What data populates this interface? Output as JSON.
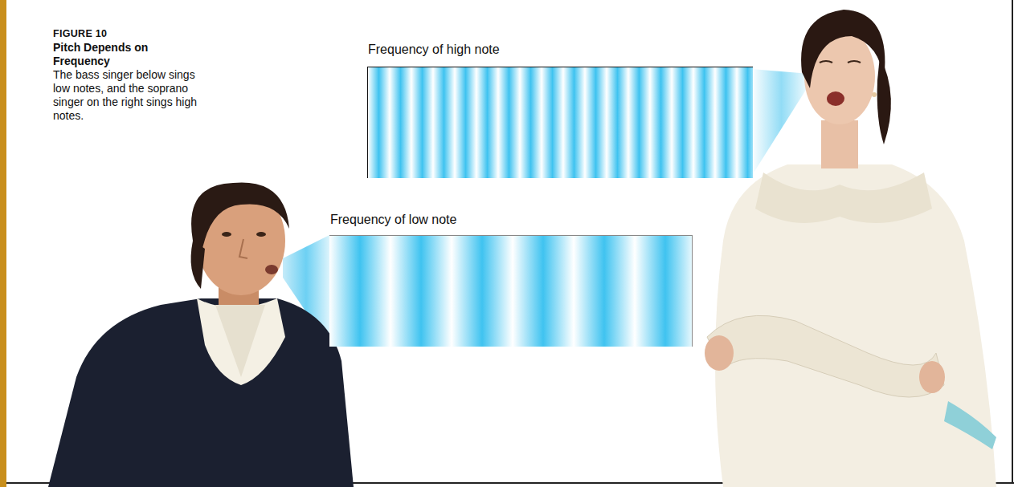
{
  "diagram": {
    "title": "Pitch Depends on Frequency",
    "caption": "The bass singer below sings low notes, and the soprano singer on the right sings high notes.",
    "nodes": [
      {
        "text": [
          "Frequency of high note"
        ]
      },
      {
        "text": [
          "Frequency of low note"
        ]
      }
    ],
    "labels": [
      "FIGURE 10"
    ]
  }
}
